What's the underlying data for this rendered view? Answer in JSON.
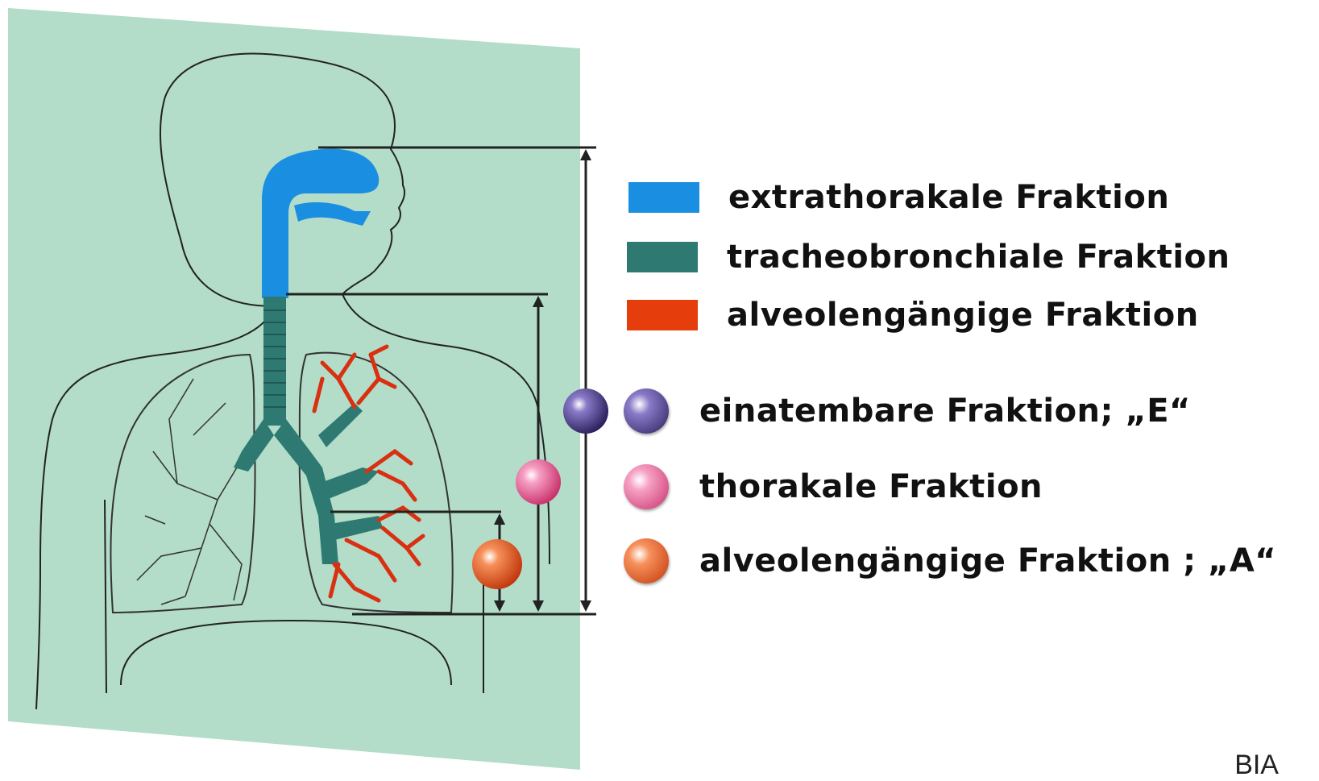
{
  "colors": {
    "panel": "#b3dcc9",
    "extrathoracic": "#1a8ee0",
    "tracheobronchial": "#2e7a72",
    "alveolar": "#e63d0d",
    "inhalable_ball": "#4a3a8a",
    "thoracic_ball": "#e8588f",
    "respirable_ball": "#e8501e",
    "outline": "#222222"
  },
  "legend_fractions": [
    {
      "label": "extrathorakale Fraktion",
      "color": "#1a8ee0",
      "icon": "blue-swatch"
    },
    {
      "label": "tracheobronchiale Fraktion",
      "color": "#2e7a72",
      "icon": "teal-swatch"
    },
    {
      "label": "alveolengängige Fraktion",
      "color": "#e63d0d",
      "icon": "red-swatch"
    }
  ],
  "legend_samples": [
    {
      "label": "einatembare Fraktion; „E“",
      "color": "#4a3a8a",
      "icon": "purple-sphere-icon"
    },
    {
      "label": "thorakale Fraktion",
      "color": "#e8588f",
      "icon": "pink-sphere-icon"
    },
    {
      "label": "alveolengängige Fraktion ; „A“",
      "color": "#e8501e",
      "icon": "orange-sphere-icon"
    }
  ],
  "corner_text": "BIA"
}
